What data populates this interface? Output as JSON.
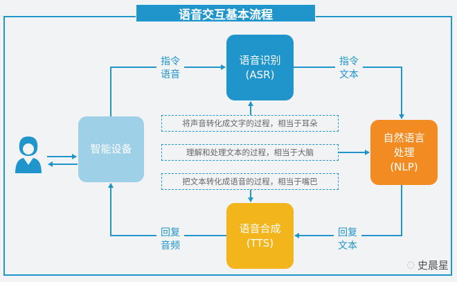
{
  "title": "语音交互基本流程",
  "nodes": {
    "asr": {
      "line1": "语音识别",
      "line2": "(ASR)"
    },
    "device": {
      "line1": "智能设备"
    },
    "nlp": {
      "line1": "自然语言",
      "line2": "处理",
      "line3": "(NLP)"
    },
    "tts": {
      "line1": "语音合成",
      "line2": "(TTS)"
    }
  },
  "edge_labels": {
    "device_to_asr": {
      "line1": "指令",
      "line2": "语音"
    },
    "asr_to_nlp": {
      "line1": "指令",
      "line2": "文本"
    },
    "nlp_to_tts": {
      "line1": "回复",
      "line2": "文本"
    },
    "tts_to_device": {
      "line1": "回复",
      "line2": "音频"
    }
  },
  "notes": {
    "asr": "将声音转化成文字的过程，相当于耳朵",
    "nlp": "理解和处理文本的过程，相当于大脑",
    "tts": "把文本转化成语音的过程，相当于嘴巴"
  },
  "watermark": "史晨星",
  "colors": {
    "blue": "#1f95cc",
    "light_blue": "#9ed0e8",
    "orange": "#f28c22",
    "yellow": "#f3b51c"
  }
}
